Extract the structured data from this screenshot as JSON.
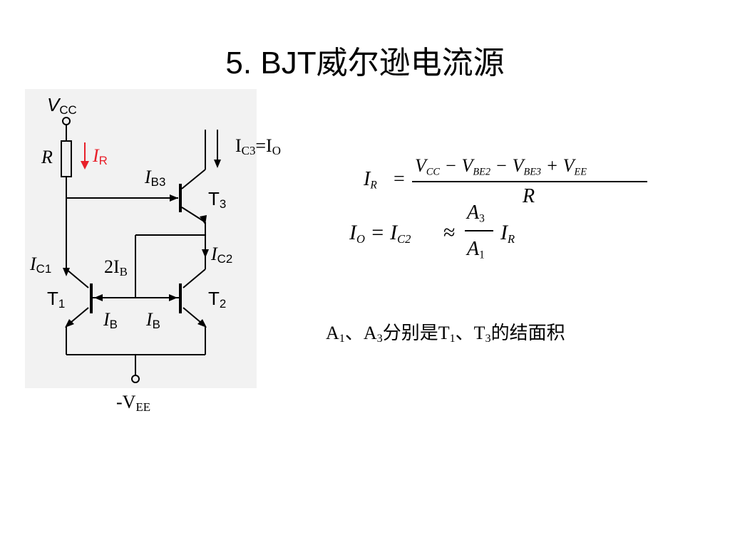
{
  "title": "5.  BJT威尔逊电流源",
  "circuit": {
    "vcc_main": "V",
    "vcc_sub": "CC",
    "r_label": "R",
    "ir_main": "I",
    "ir_sub": "R",
    "ic3_main": "I",
    "ic3_sub": "C3",
    "ic3_eq": "=I",
    "ic3_eq_sub": "O",
    "ib3_main": "I",
    "ib3_sub": "B3",
    "t3_main": "T",
    "t3_sub": "3",
    "ic2_main": "I",
    "ic2_sub": "C2",
    "ic1_main": "I",
    "ic1_sub": "C1",
    "two_ib_main": "2I",
    "two_ib_sub": "B",
    "t1_main": "T",
    "t1_sub": "1",
    "t2_main": "T",
    "t2_sub": "2",
    "ib_left_main": "I",
    "ib_left_sub": "B",
    "ib_right_main": "I",
    "ib_right_sub": "B",
    "vee_main": "-V",
    "vee_sub": "EE"
  },
  "equation1": {
    "lhs": "I",
    "lhs_sub": "R",
    "equals": "=",
    "num_v1": "V",
    "num_v1_sub": "CC",
    "minus1": " − V",
    "num_v2_sub": "BE2",
    "minus2": " − V",
    "num_v3_sub": "BE3",
    "plus": " + V",
    "num_v4_sub": "EE",
    "den": "R"
  },
  "equation2": {
    "lhs": "I",
    "lhs_sub": "O",
    "equals": " = I",
    "ic2_sub": "C2",
    "approx": "≈",
    "frac_num": "A",
    "frac_num_sub": "3",
    "frac_den": "A",
    "frac_den_sub": "1",
    "rhs": "I",
    "rhs_sub": "R"
  },
  "note": {
    "a1": "A",
    "a1_sub": "1",
    "sep1": "、A",
    "a3_sub": "3",
    "mid": "分别是T",
    "t1_sub": "1",
    "sep2": "、T",
    "t3_sub": "3",
    "tail": "的结面积"
  }
}
